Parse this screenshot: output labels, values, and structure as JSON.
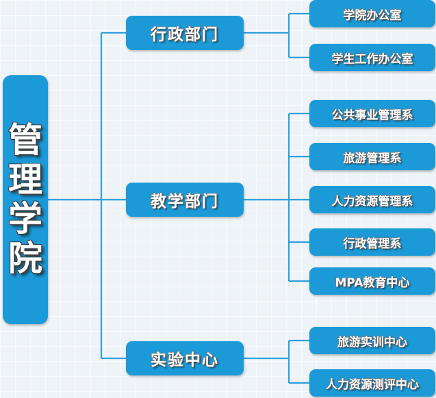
{
  "root": {
    "chars": [
      "管",
      "理",
      "学",
      "院"
    ]
  },
  "departments": [
    {
      "label": "行政部门",
      "children": [
        "学院办公室",
        "学生工作办公室"
      ]
    },
    {
      "label": "教学部门",
      "children": [
        "公共事业管理系",
        "旅游管理系",
        "人力资源管理系",
        "行政管理系",
        "MPA教育中心"
      ]
    },
    {
      "label": "实验中心",
      "children": [
        "旅游实训中心",
        "人力资源测评中心"
      ]
    }
  ],
  "colors": {
    "box": "#1c9ad8",
    "line": "#2da1dc",
    "background": "#eef3f8"
  }
}
